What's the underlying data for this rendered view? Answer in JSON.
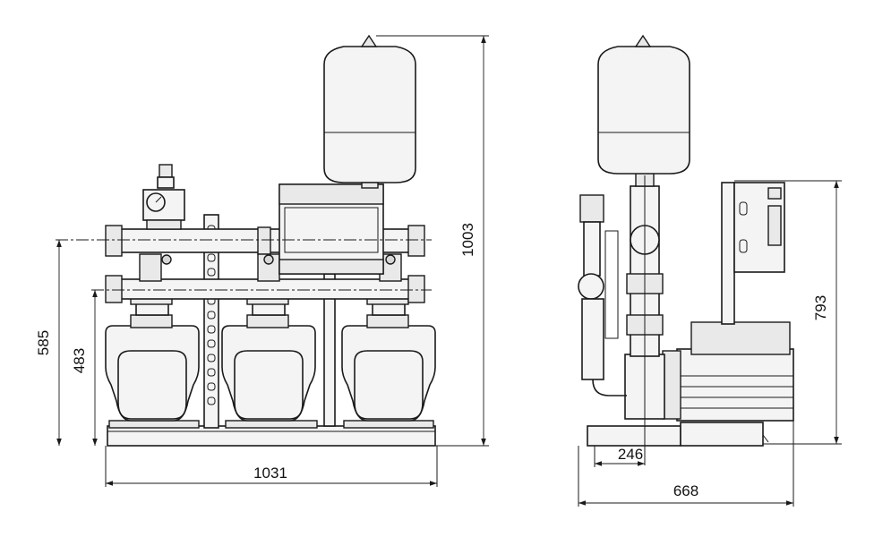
{
  "dimensions": {
    "front_total_height": "1003",
    "front_upper_pipe_height": "585",
    "front_lower_pipe_height": "483",
    "front_total_width": "1031",
    "side_offset": "246",
    "side_total_depth": "668",
    "side_control_height": "793"
  }
}
